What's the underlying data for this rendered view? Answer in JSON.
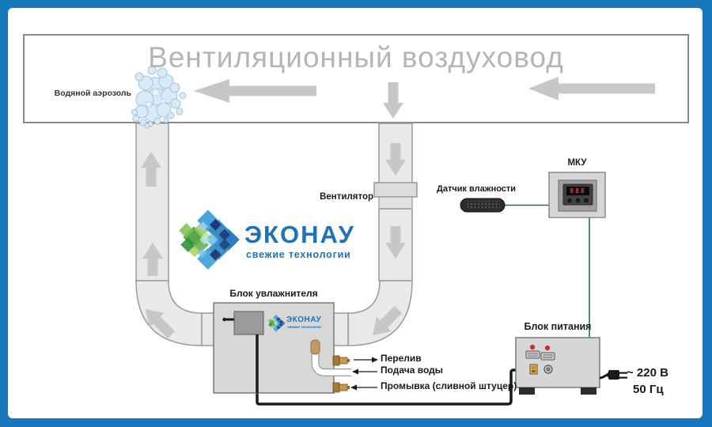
{
  "duct": {
    "title": "Вентиляционный воздуховод",
    "aerosol_label": "Водяной аэрозоль",
    "fan_label": "Вентилятор"
  },
  "logo": {
    "name": "ЭКОНАУ",
    "tagline": "свежие технологии"
  },
  "humidifier": {
    "label": "Блок увлажнителя",
    "logo_name": "ЭКОНАУ",
    "logo_tagline": "свежие технологии",
    "ports": {
      "overflow": "Перелив",
      "water_supply": "Подача воды",
      "flush": "Промывка (сливной штуцер)"
    }
  },
  "sensor": {
    "label": "Датчик влажности"
  },
  "mcu": {
    "label": "МКУ",
    "display": "888"
  },
  "psu": {
    "label": "Блок питания",
    "power_line1": "~ 220 В",
    "power_line2": "50 Гц"
  },
  "colors": {
    "frame_blue": "#1878be",
    "logo_blue": "#1d72b8",
    "duct_fill": "#e9e9e9",
    "duct_stroke": "#9a9a9a",
    "arrow_gray": "#c7c7c7",
    "wire_green": "#1b7a3a",
    "cable_black": "#1a1a1a",
    "led_red": "#e02a1e",
    "brass": "#a9792f",
    "aerosol_fill": "#d9eaf7"
  }
}
